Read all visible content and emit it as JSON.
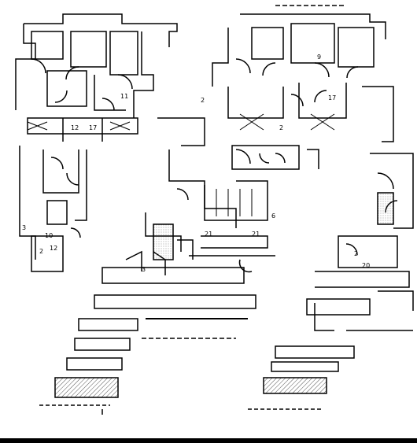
{
  "drawing": {
    "title": "",
    "room_labels": [
      "11",
      "17",
      "17",
      "2",
      "9",
      "12",
      "6",
      "21",
      "2",
      "10",
      "12",
      "21",
      "2",
      "3",
      "2",
      "20",
      "3"
    ],
    "ink_color": "#000000",
    "background_color": "#ffffff",
    "hatch_color": "#555555"
  }
}
